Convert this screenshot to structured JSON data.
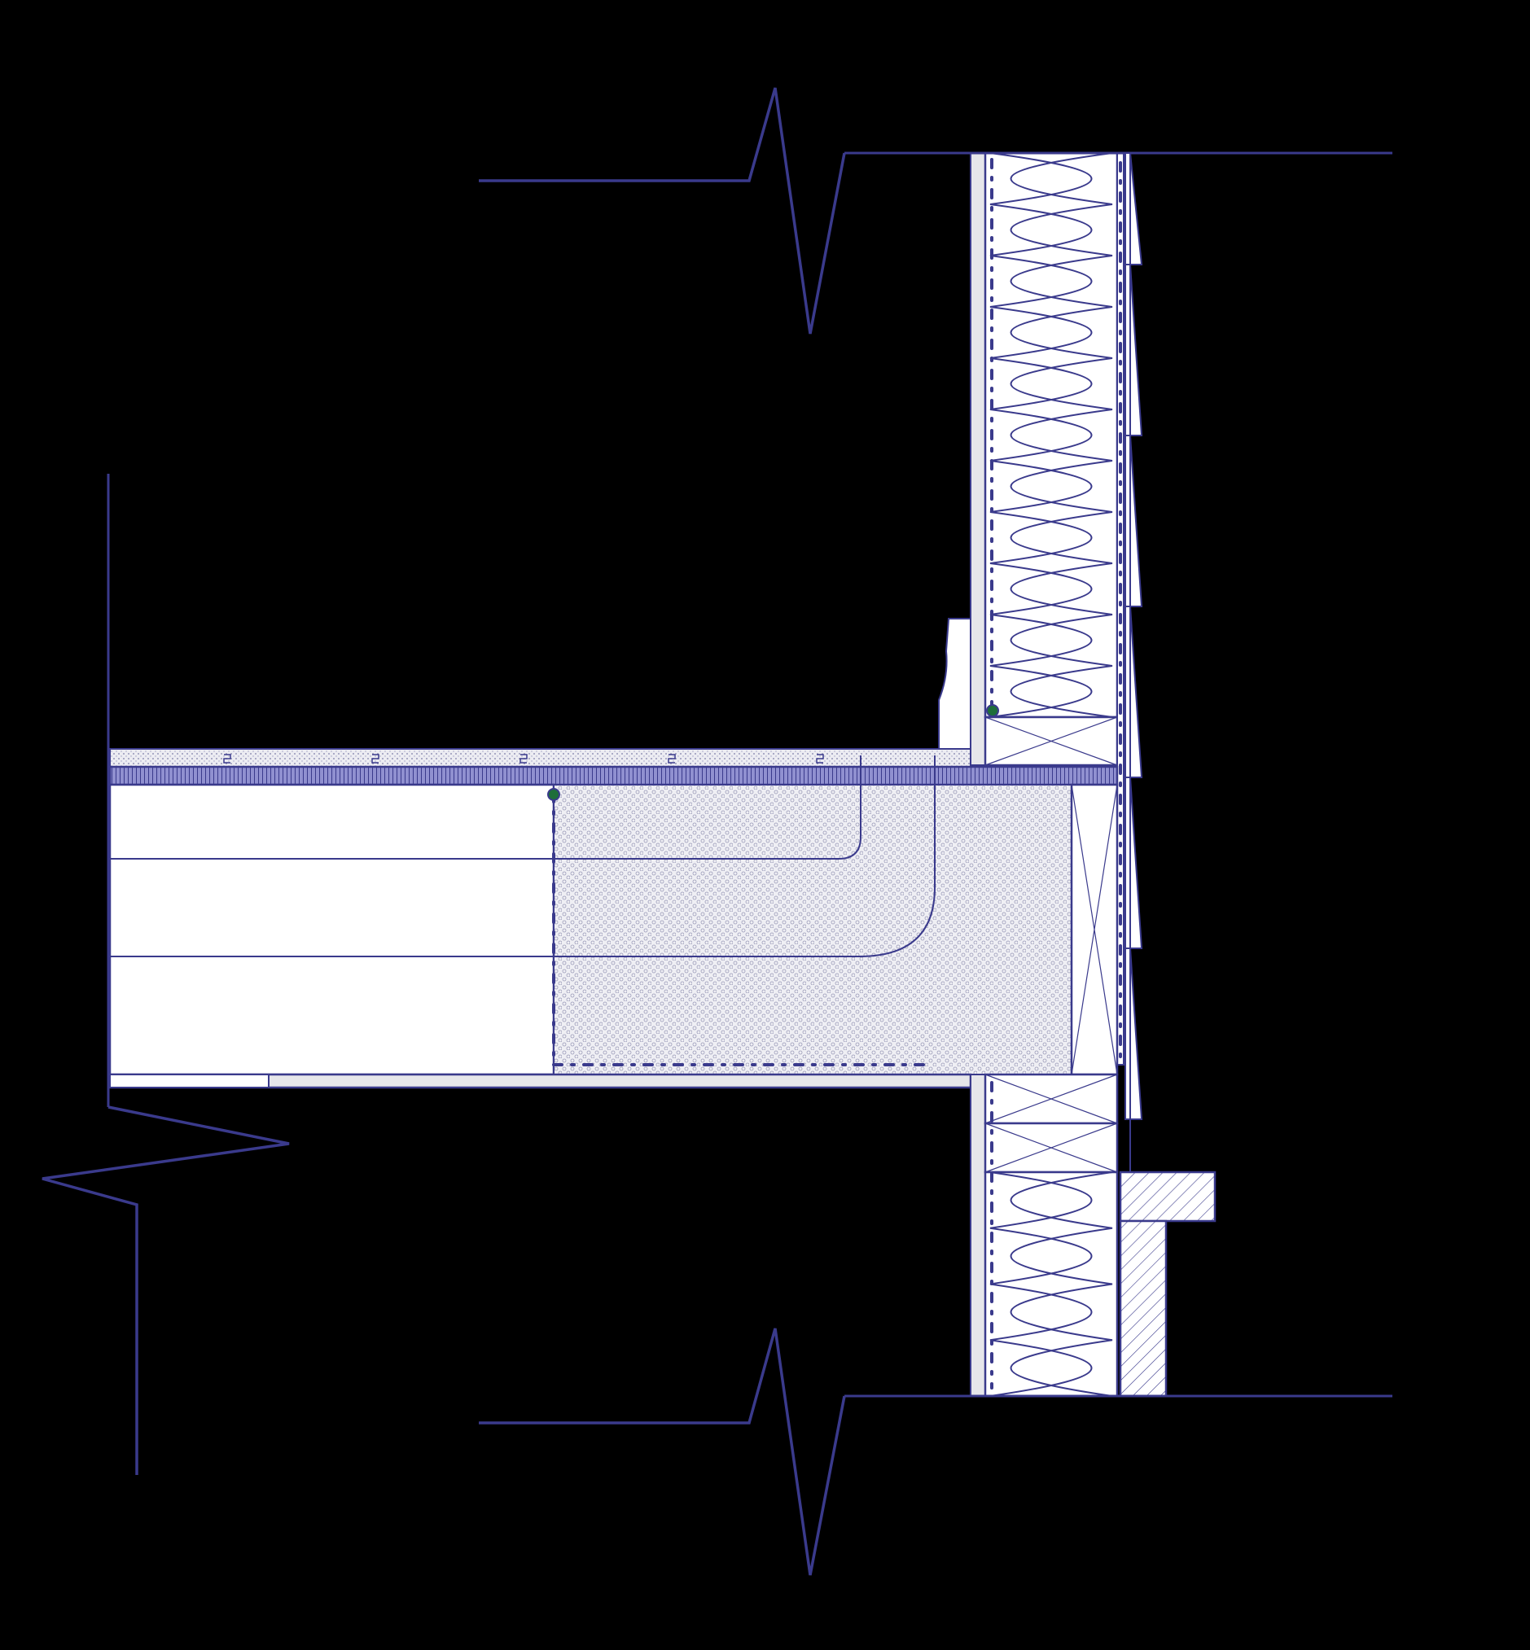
{
  "diagram": {
    "kind": "construction-section-detail",
    "labels": [],
    "colors": {
      "background": "#000000",
      "line": "#3A3A8C",
      "fill_white": "#FFFFFF",
      "fill_light_gray": "#E6E6EA",
      "fill_screed": "#E9E9EE",
      "fill_layer_band": "#8E8ED0",
      "insulation_stipple": "#DCDCE6",
      "sealant_dot": "#1E6E3A"
    },
    "components": {
      "upper_wall": "upper-wall-section",
      "lower_wall": "lower-wall-section",
      "floor_slab": "floor-slab-section",
      "mineral_wool": "batt-insulation",
      "floor_insulation": "stippled-insulation",
      "rim_blocking": "blocking-x",
      "cladding": "lap-siding",
      "ledger": "hatched-ledger",
      "break_lines": "break-line-symbol"
    }
  }
}
